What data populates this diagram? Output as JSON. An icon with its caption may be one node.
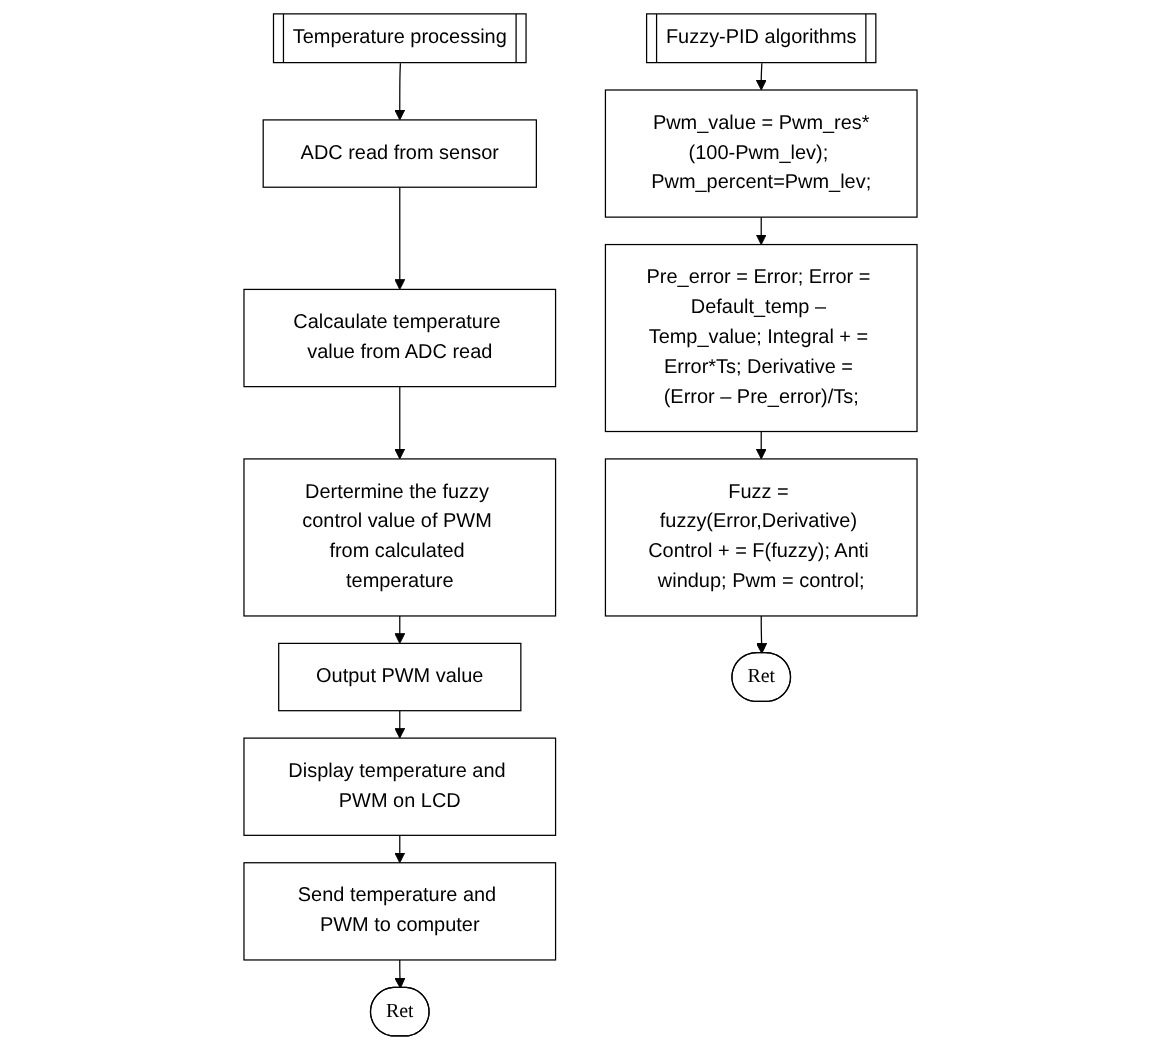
{
  "diagram": {
    "nodes": [
      {
        "text": [
          "Temperature processing"
        ]
      },
      {
        "text": [
          "ADC read from sensor"
        ]
      },
      {
        "text": [
          "Calcaulate temperature value from ADC read"
        ]
      },
      {
        "text": [
          "Dertermine the fuzzy control value of PWM from calculated temperature"
        ]
      },
      {
        "text": [
          "Output PWM value"
        ]
      },
      {
        "text": [
          "Display temperature and PWM on LCD"
        ]
      },
      {
        "text": [
          "Send temperature and PWM to computer"
        ]
      },
      {
        "text": [
          "Ret"
        ]
      },
      {
        "text": [
          "Fuzzy-PID algorithms"
        ]
      },
      {
        "text": [
          "Pwm_value = Pwm_res*(100-Pwm_lev); Pwm_percent=Pwm_lev;"
        ]
      },
      {
        "text": [
          "Pre_error = Error; Error = Default_temp – Temp_value; Integral + = Error*Ts; Derivative = (Error – Pre_error)/Ts;"
        ]
      },
      {
        "text": [
          "Fuzz = fuzzy(Error,Derivative) Control + = F(fuzzy); Anti windup; Pwm = control;"
        ]
      },
      {
        "text": [
          "Ret"
        ]
      }
    ],
    "edges": [
      {
        "from": 0,
        "to": 1,
        "arrow": "to"
      },
      {
        "from": 1,
        "to": 2,
        "arrow": "to"
      },
      {
        "from": 2,
        "to": 3,
        "arrow": "to"
      },
      {
        "from": 3,
        "to": 4,
        "arrow": "to"
      },
      {
        "from": 4,
        "to": 5,
        "arrow": "to"
      },
      {
        "from": 5,
        "to": 6,
        "arrow": "to"
      },
      {
        "from": 6,
        "to": 7,
        "arrow": "to"
      },
      {
        "from": 8,
        "to": 9,
        "arrow": "to"
      },
      {
        "from": 9,
        "to": 10,
        "arrow": "to"
      },
      {
        "from": 10,
        "to": 11,
        "arrow": "to"
      },
      {
        "from": 11,
        "to": 12,
        "arrow": "to"
      }
    ]
  }
}
